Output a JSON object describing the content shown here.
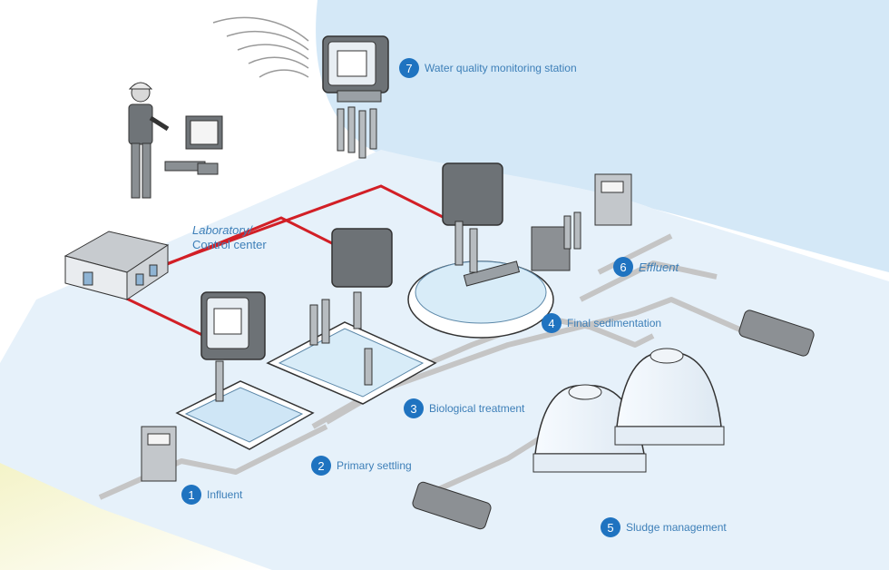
{
  "colors": {
    "water": "#cfe5f6",
    "ground": "#e4f0fa",
    "pipe": "#c8c8c8",
    "signal": "#d21f26",
    "badge": "#1f73c0",
    "label_text": "#3d7fb8",
    "equipment": "#8c9094"
  },
  "lab": {
    "line1": "Laboratory/",
    "line2": "Control center"
  },
  "stages": [
    {
      "number": "1",
      "label": "Influent"
    },
    {
      "number": "2",
      "label": "Primary settling"
    },
    {
      "number": "3",
      "label": "Biological treatment"
    },
    {
      "number": "4",
      "label": "Final sedimentation"
    },
    {
      "number": "5",
      "label": "Sludge management"
    },
    {
      "number": "6",
      "label": "Effluent"
    },
    {
      "number": "7",
      "label": "Water quality monitoring station"
    }
  ],
  "icons": [
    "operator-icon",
    "computer-icon",
    "wireless-signal-icon",
    "building-icon",
    "controller-icon",
    "sensor-probe-icon",
    "digester-icon",
    "pump-icon",
    "sampler-icon"
  ]
}
